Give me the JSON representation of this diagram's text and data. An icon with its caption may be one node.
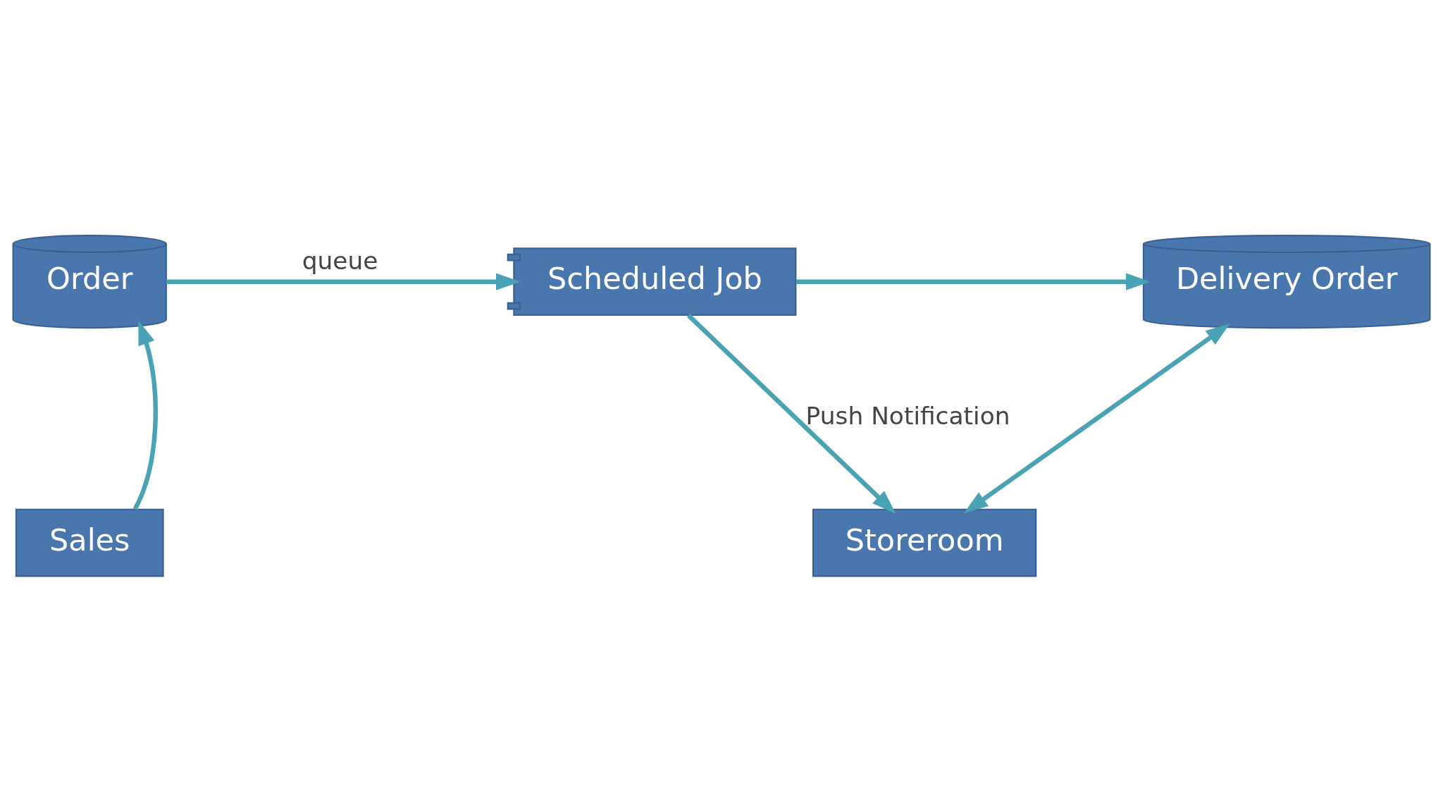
{
  "diagram": {
    "nodes": [
      {
        "text": [
          "Order"
        ]
      },
      {
        "text": [
          "Scheduled Job"
        ]
      },
      {
        "text": [
          "Delivery Order"
        ]
      },
      {
        "text": [
          "Sales"
        ]
      },
      {
        "text": [
          "Storeroom"
        ]
      }
    ],
    "edges": [
      {
        "from": 3,
        "to": 0,
        "arrow": "to"
      },
      {
        "from": 0,
        "to": 1,
        "arrow": "to",
        "label": "queue"
      },
      {
        "from": 1,
        "to": 2,
        "arrow": "to"
      },
      {
        "from": 1,
        "to": 4,
        "arrow": "to",
        "label": "Push Notification"
      },
      {
        "from": 4,
        "to": 2,
        "arrow": "both"
      }
    ]
  }
}
